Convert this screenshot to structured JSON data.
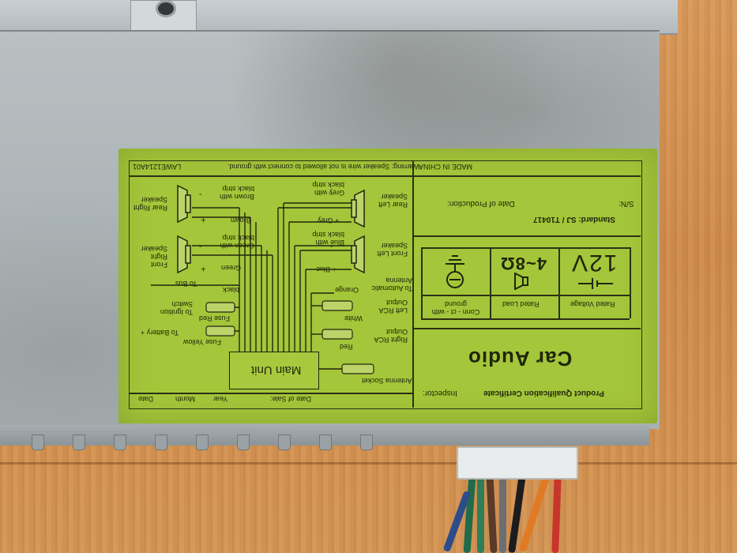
{
  "label": {
    "warning": "Warning: Speaker wire is not allowed to connect with ground.",
    "code": "LAWE1214A01",
    "made_in": "MADE IN CHINA",
    "sn": "S/N:",
    "date_production": "Date of Production:",
    "standard": "Standard:  SJ / T10417",
    "voltage_value": "12V",
    "voltage_label": "Rated Voltage",
    "load_value": "4~8Ω",
    "load_label": "Rated Load",
    "ground_label": "Conn - ct - with ground",
    "brand": "Car Audio",
    "certificate": "Product Qualification Certificate",
    "inspector": "Inspector:",
    "date_of_sale": "Date of Sale:",
    "year": "Year",
    "month": "Month",
    "date": "Date",
    "main_unit": "Main Unit",
    "antenna_socket": "Antenna Socket",
    "rear_right_speaker": "Rear Right Speaker",
    "rear_left_speaker": "Rear Left Speaker",
    "front_right_speaker": "Front Right Speaker",
    "front_left_speaker": "Front Left Speaker",
    "brown": "Brown",
    "brown_strip": "Brown with black strip",
    "grey": "+ Grey",
    "grey_strip": "Grey with black strip",
    "green": "Green",
    "green_strip": "Green with black strip",
    "blue": "+ Blue",
    "blue_strip": "Blue with black strip",
    "black": "black",
    "to_bus": "To Bus",
    "to_automatic_antenna": "To Automatic Antenna",
    "orange": "Orange",
    "left_rca": "Left RCA Output",
    "white": "White",
    "right_rca": "Right RCA Output",
    "red": "Red",
    "fuse_red": "Fuse  Red",
    "to_ignition": "To Ignition Switch",
    "fuse_yellow": "Fuse  Yellow",
    "to_battery": "To Battery +",
    "plus": "+",
    "minus": "-"
  },
  "colors": {
    "label_green": "#a4c63a",
    "ink": "#20260c",
    "metal": "#aeb6b9",
    "wood": "#d49655"
  }
}
